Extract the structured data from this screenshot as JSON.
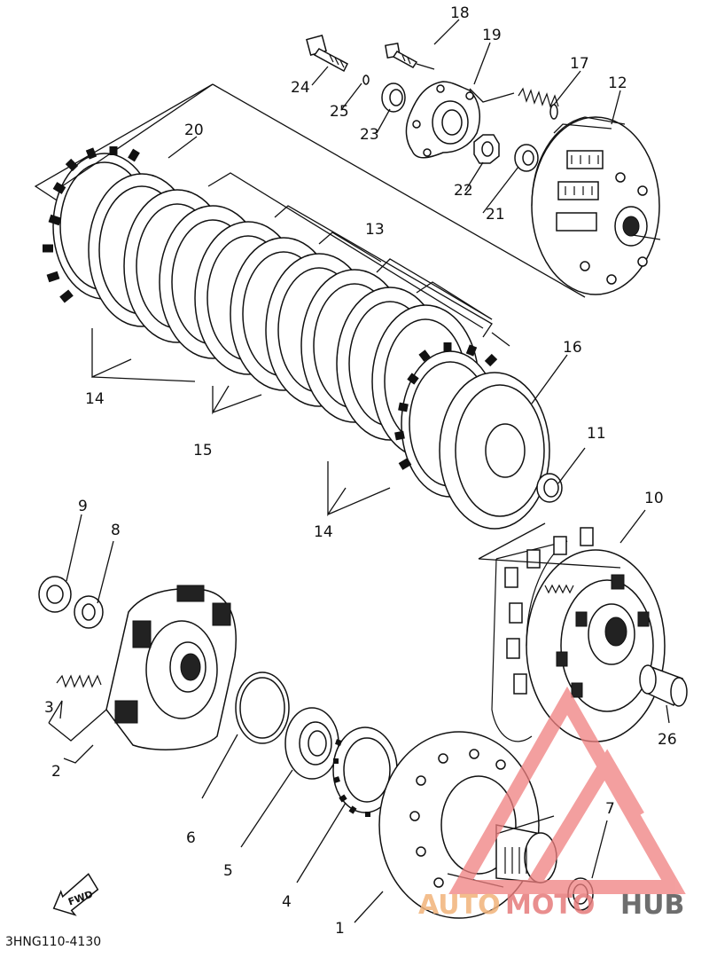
{
  "diagram": {
    "part_labels": [
      "1",
      "2",
      "3",
      "4",
      "5",
      "6",
      "7",
      "8",
      "9",
      "10",
      "11",
      "12",
      "13",
      "14",
      "14",
      "15",
      "16",
      "17",
      "18",
      "19",
      "20",
      "21",
      "22",
      "23",
      "24",
      "25",
      "26"
    ],
    "code": "3HNG110-4130",
    "fwd_label": "FWD"
  },
  "watermark": {
    "part1": "AUTO",
    "part2": "MOTO",
    "part3": "HUB",
    "colors": {
      "auto": "#f2b37a",
      "moto": "#e67b7b",
      "hub": "#555555",
      "logo": "#f08080"
    }
  }
}
